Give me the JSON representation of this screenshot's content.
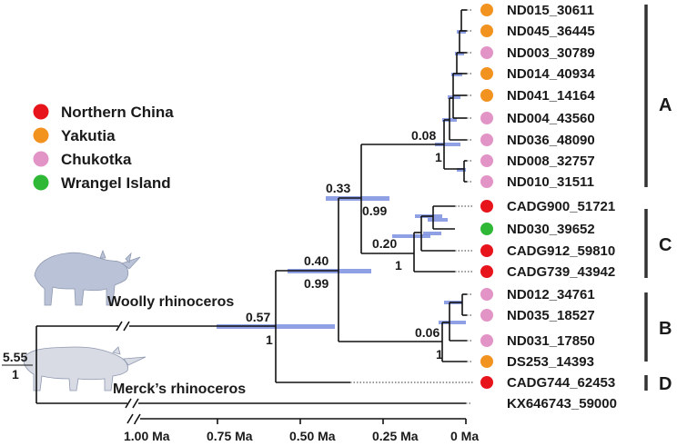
{
  "legend": [
    {
      "region": "Northern China",
      "color": "#e8141c"
    },
    {
      "region": "Yakutia",
      "color": "#f2921f"
    },
    {
      "region": "Chukotka",
      "color": "#e394c6"
    },
    {
      "region": "Wrangel Island",
      "color": "#2fb836"
    }
  ],
  "tips": [
    {
      "name": "ND015_30611",
      "region": "Yakutia"
    },
    {
      "name": "ND045_36445",
      "region": "Yakutia"
    },
    {
      "name": "ND003_30789",
      "region": "Chukotka"
    },
    {
      "name": "ND014_40934",
      "region": "Yakutia"
    },
    {
      "name": "ND041_14164",
      "region": "Yakutia"
    },
    {
      "name": "ND004_43560",
      "region": "Chukotka"
    },
    {
      "name": "ND036_48090",
      "region": "Chukotka"
    },
    {
      "name": "ND008_32757",
      "region": "Chukotka"
    },
    {
      "name": "ND010_31511",
      "region": "Chukotka"
    },
    {
      "name": "CADG900_51721",
      "region": "Northern China"
    },
    {
      "name": "ND030_39652",
      "region": "Wrangel Island"
    },
    {
      "name": "CADG912_59810",
      "region": "Northern China"
    },
    {
      "name": "CADG739_43942",
      "region": "Northern China"
    },
    {
      "name": "ND012_34761",
      "region": "Chukotka"
    },
    {
      "name": "ND035_18527",
      "region": "Chukotka"
    },
    {
      "name": "ND031_17850",
      "region": "Chukotka"
    },
    {
      "name": "DS253_14393",
      "region": "Yakutia"
    },
    {
      "name": "CADG744_62453",
      "region": "Northern China"
    },
    {
      "name": "KX646743_59000",
      "region": ""
    }
  ],
  "clades": [
    {
      "label": "A"
    },
    {
      "label": "C"
    },
    {
      "label": "B"
    },
    {
      "label": "D"
    }
  ],
  "node_labels": {
    "root_age": "5.55",
    "root_support": "1",
    "woolly_age": "0.57",
    "woolly_support": "1",
    "n040_age": "0.40",
    "n040_support": "0.99",
    "n033_age": "0.33",
    "n033_support": "0.99",
    "a_age": "0.08",
    "a_support": "1",
    "c_age": "0.20",
    "c_support": "1",
    "b_age": "0.06",
    "b_support": "1"
  },
  "species": {
    "woolly": "Woolly rhinoceros",
    "merck": "Merck’s rhinoceros"
  },
  "axis": {
    "ticks": [
      "1.00 Ma",
      "0.75 Ma",
      "0.50 Ma",
      "0.25 Ma",
      "0 Ma"
    ]
  },
  "colors": {
    "branch": "#111111",
    "ci_bar": "#7d8fe0",
    "silhouette": "#b9c2d6"
  }
}
